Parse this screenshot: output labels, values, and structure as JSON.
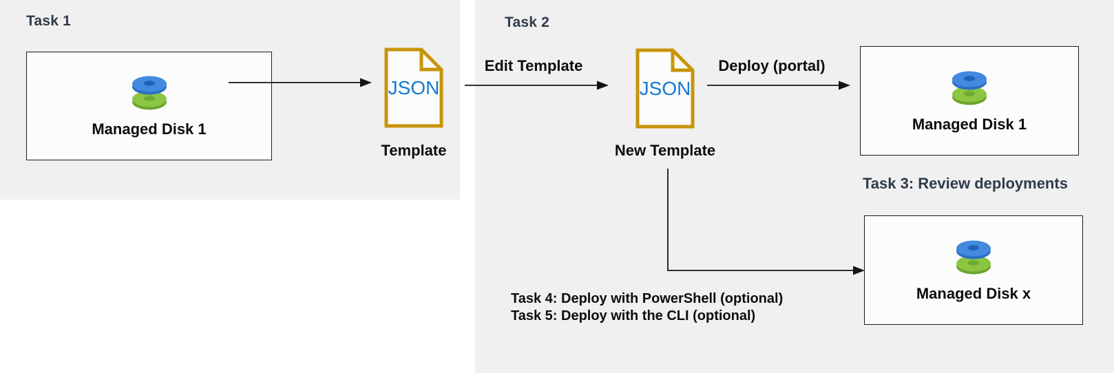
{
  "colors": {
    "panel_bg": "#f0f0f1",
    "accent_gold": "#c8940a",
    "json_blue": "#137ad1",
    "task_header_text": "#2f3b47",
    "label_text": "#0d0d0d",
    "disk_blue_face": "#4289df",
    "disk_blue_rim": "#2c70c5",
    "disk_green_face": "#8bc541",
    "disk_green_rim": "#6ca430",
    "box_bg": "#fcfcfc"
  },
  "task1": {
    "title": "Task 1",
    "disk_box": {
      "label": "Managed Disk 1"
    },
    "template_file": {
      "text": "JSON",
      "label": "Template"
    }
  },
  "task2": {
    "title": "Task 2",
    "edit_arrow_label": "Edit Template",
    "template_file": {
      "text": "JSON",
      "label": "New Template"
    },
    "deploy_arrow_label": "Deploy (portal)",
    "portal_disk_box": {
      "label": "Managed Disk 1"
    },
    "task3_label": "Task 3: Review deployments",
    "optional_disk_box": {
      "label": "Managed Disk x"
    },
    "task4_label": "Task 4: Deploy with PowerShell (optional)",
    "task5_label": "Task 5: Deploy with the CLI (optional)"
  }
}
